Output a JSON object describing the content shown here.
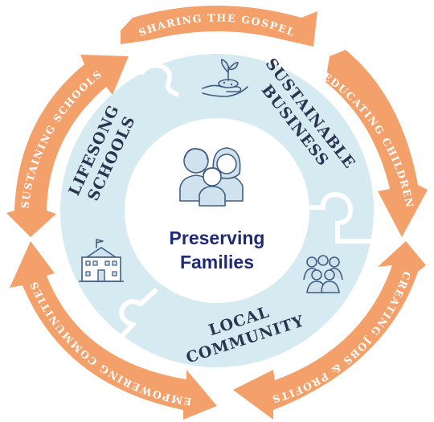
{
  "diagram": {
    "center": {
      "line1": "Preserving",
      "line2": "Families"
    },
    "segments": {
      "sustainable_business": {
        "line1": "SUSTAINABLE",
        "line2": "BUSINESS"
      },
      "lifesong_schools": {
        "line1": "LIFESONG",
        "line2": "SCHOOLS"
      },
      "local_community": {
        "line1": "LOCAL",
        "line2": "COMMUNITY"
      }
    },
    "outer_arrows": {
      "top": "SHARING THE GOSPEL",
      "right_top": "EDUCATING CHILDREN",
      "right_bottom": "CREATING JOBS & PROFITS",
      "bottom": "EMPOWERING COMMUNITIES",
      "left": "SUSTAINING SCHOOLS"
    },
    "icons": {
      "top": "plant-in-hand-icon",
      "left": "school-building-icon",
      "right": "community-group-icon",
      "center": "family-icon"
    },
    "colors": {
      "arrow": "#f4a06a",
      "ring": "#d6eaf2",
      "ring_edge": "#ffffff",
      "center_text": "#1e2a78",
      "segment_text": "#2b3550"
    }
  }
}
